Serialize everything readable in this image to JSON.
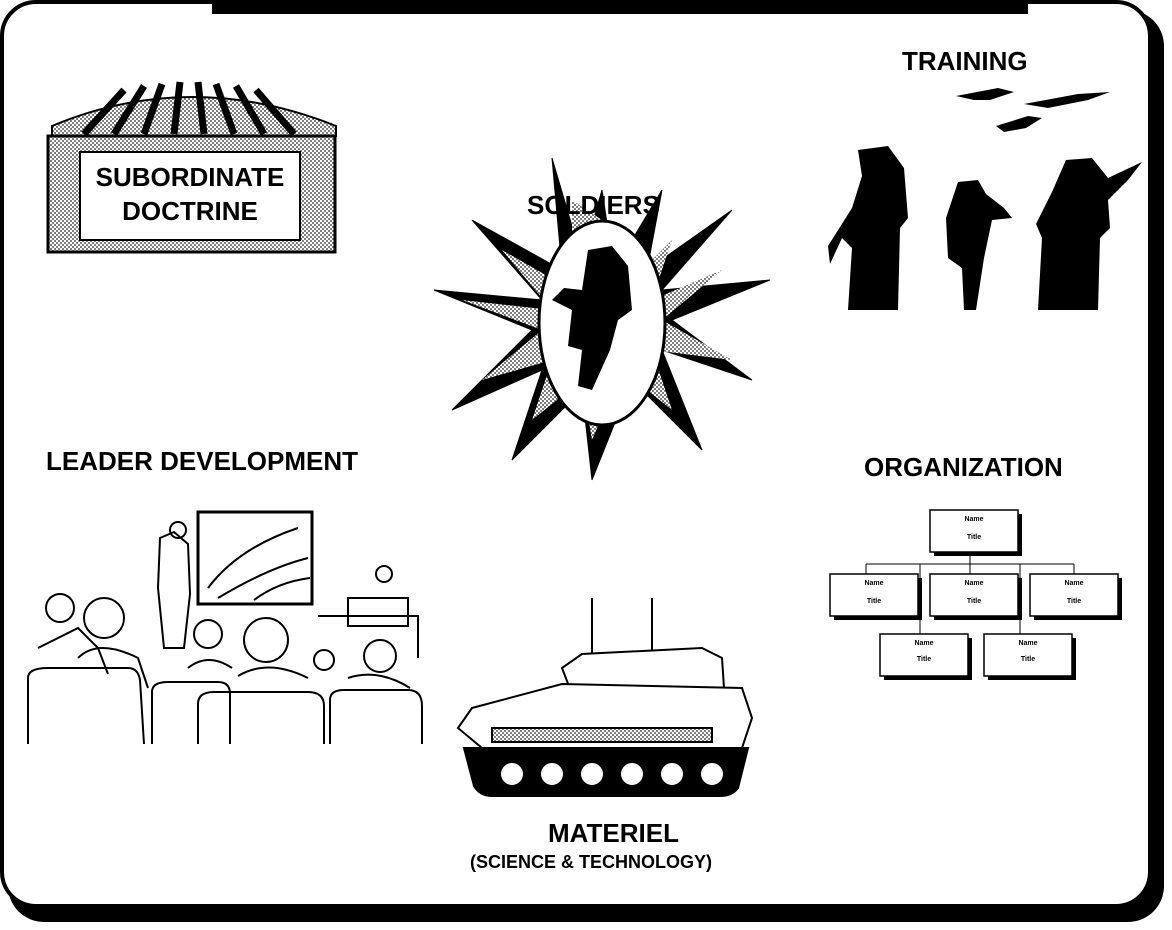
{
  "slide": {
    "subordinate_doctrine": [
      "SUBORDINATE",
      "DOCTRINE"
    ],
    "soldiers": "SOLDIERS",
    "training": "TRAINING",
    "leader_development": "LEADER DEVELOPMENT",
    "organization": "ORGANIZATION",
    "materiel": "MATERIEL",
    "materiel_sub": "(SCIENCE & TECHNOLOGY)"
  },
  "org_chart": {
    "top": {
      "name": "Name",
      "title": "Title"
    },
    "middle": [
      {
        "name": "Name",
        "title": "Title"
      },
      {
        "name": "Name",
        "title": "Title"
      },
      {
        "name": "Name",
        "title": "Title"
      }
    ],
    "bottom": [
      {
        "name": "Name",
        "title": "Title"
      },
      {
        "name": "Name",
        "title": "Title"
      }
    ]
  }
}
